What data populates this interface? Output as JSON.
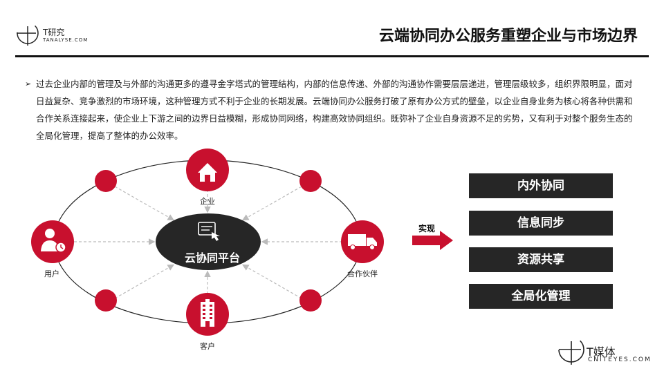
{
  "header": {
    "logo_brand": "T研究",
    "logo_sub": "TANALYSE.COM",
    "title": "云端协同办公服务重塑企业与市场边界"
  },
  "body": {
    "bullet": "➢",
    "paragraph": "过去企业内部的管理及与外部的沟通更多的遵寻金字塔式的管理结构，内部的信息传递、外部的沟通协作需要层层递进，管理层级较多，组织界限明显，面对日益复杂、竞争激烈的市场环境，这种管理方式不利于企业的长期发展。云端协同办公服务打破了原有办公方式的壁垒，以企业自身业务为核心将各种供需和合作关系连接起来，使企业上下游之间的边界日益模糊，形成协同网络，构建高效协同组织。既弥补了企业自身资源不足的劣势，又有利于对整个服务生态的全局化管理，提高了整体的办公效率。"
  },
  "diagram": {
    "center": "云协同平台",
    "nodes": {
      "top": "企业",
      "left": "用户",
      "right": "合作伙伴",
      "bottom": "客户"
    },
    "arrow_label": "实现",
    "results": [
      "内外协同",
      "信息同步",
      "资源共享",
      "全局化管理"
    ]
  },
  "footer": {
    "logo_brand": "T媒体",
    "logo_sub": "CNITEYES.COM"
  },
  "colors": {
    "accent_red": "#c8102e",
    "dark_box": "#262626",
    "center_fill": "#262626"
  }
}
